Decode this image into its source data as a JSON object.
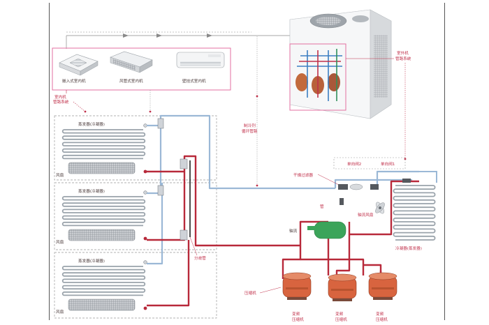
{
  "labels": {
    "indoor_unit_1": "嵌入式室内机",
    "indoor_unit_2": "风管式室内机",
    "indoor_unit_3": "壁挂式室内机",
    "indoor_pipe_system": "室内机\n管路系统",
    "outdoor_pipe_system": "室外机\n管路系统",
    "refrigerant_pipe": "制冷剂\n循环管路",
    "evaporator": "蒸发器(冷凝器)",
    "fan": "风扇",
    "check_valve_1": "单向阀1",
    "check_valve_2": "单向阀2",
    "dryer_filter": "干燥过滤器",
    "muffler": "管",
    "axial_fan": "轴流风扇",
    "shaft": "轴流",
    "condenser": "冷凝器(蒸发器)",
    "compressor": "压缩机",
    "distributor": "分歧管",
    "variable_freq": "变频",
    "variable_freq_sub": "压缩机"
  },
  "colors": {
    "pipe_blue": "#9bb8d6",
    "pipe_red": "#b8293a",
    "label_red": "#c0304a",
    "box_pink": "#e36fa0",
    "dashed": "#999999",
    "compressor": "#d8643f"
  }
}
